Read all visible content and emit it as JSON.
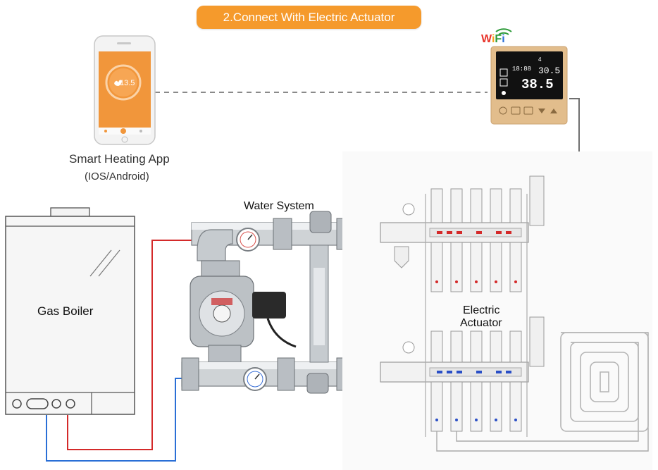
{
  "title": "2.Connect With Electric Actuator",
  "labels": {
    "app_name": "Smart Heating App",
    "app_platforms": "(IOS/Android)",
    "water_system": "Water System",
    "gas_boiler": "Gas Boiler",
    "electric_actuator_line1": "Electric",
    "electric_actuator_line2": "Actuator"
  },
  "phone_screen": {
    "temperature": "13.5"
  },
  "thermostat": {
    "wifi_logo": "WiFi",
    "zone_number": "4",
    "clock": "18:88",
    "set_temperature": "30.5",
    "room_temperature": "38.5"
  },
  "colors": {
    "banner": "#f59a2c",
    "hot_pipe": "#d42a2a",
    "cold_pipe": "#2a6fd6",
    "wifi_line": "#8a8a8a",
    "control_wire": "#6f6f6f",
    "thermostat_gold": "#e2bd8c"
  },
  "icons": [
    "wifi-icon",
    "flame-icon",
    "power-icon",
    "up-arrow-icon",
    "down-arrow-icon"
  ]
}
